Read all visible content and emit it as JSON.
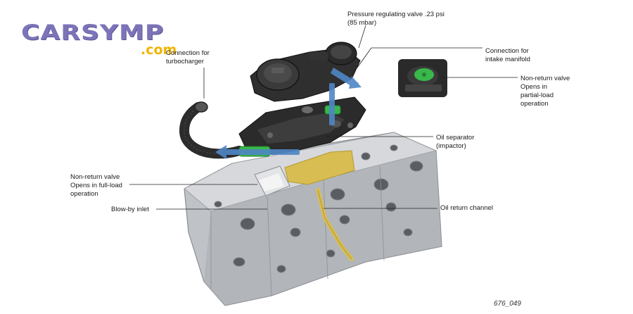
{
  "logo": {
    "text": "CARSYMP",
    "sub": ".com"
  },
  "labels": {
    "pressure_valve": "Pressure regulating valve .23 psi\n(85 mbar)",
    "turbocharger": "Connection for\nturbocharger",
    "intake_manifold": "Connection for\nintake manifold",
    "nonreturn_partial": "Non-return valve\nOpens in\npartial-load\noperation",
    "oil_separator": "Oil separator\n(impactor)",
    "nonreturn_full": "Non-return valve\nOpens in full-load\noperation",
    "blowby": "Blow-by inlet",
    "oil_return": "Oil return channel"
  },
  "figure_number": "676_049",
  "colors": {
    "flow_arrow": "#4f86c6",
    "valve_green": "#38b74a",
    "oil_yellow": "#d8bd52",
    "housing": "#2b2b2b",
    "head_gray": "#b9bcc0"
  }
}
